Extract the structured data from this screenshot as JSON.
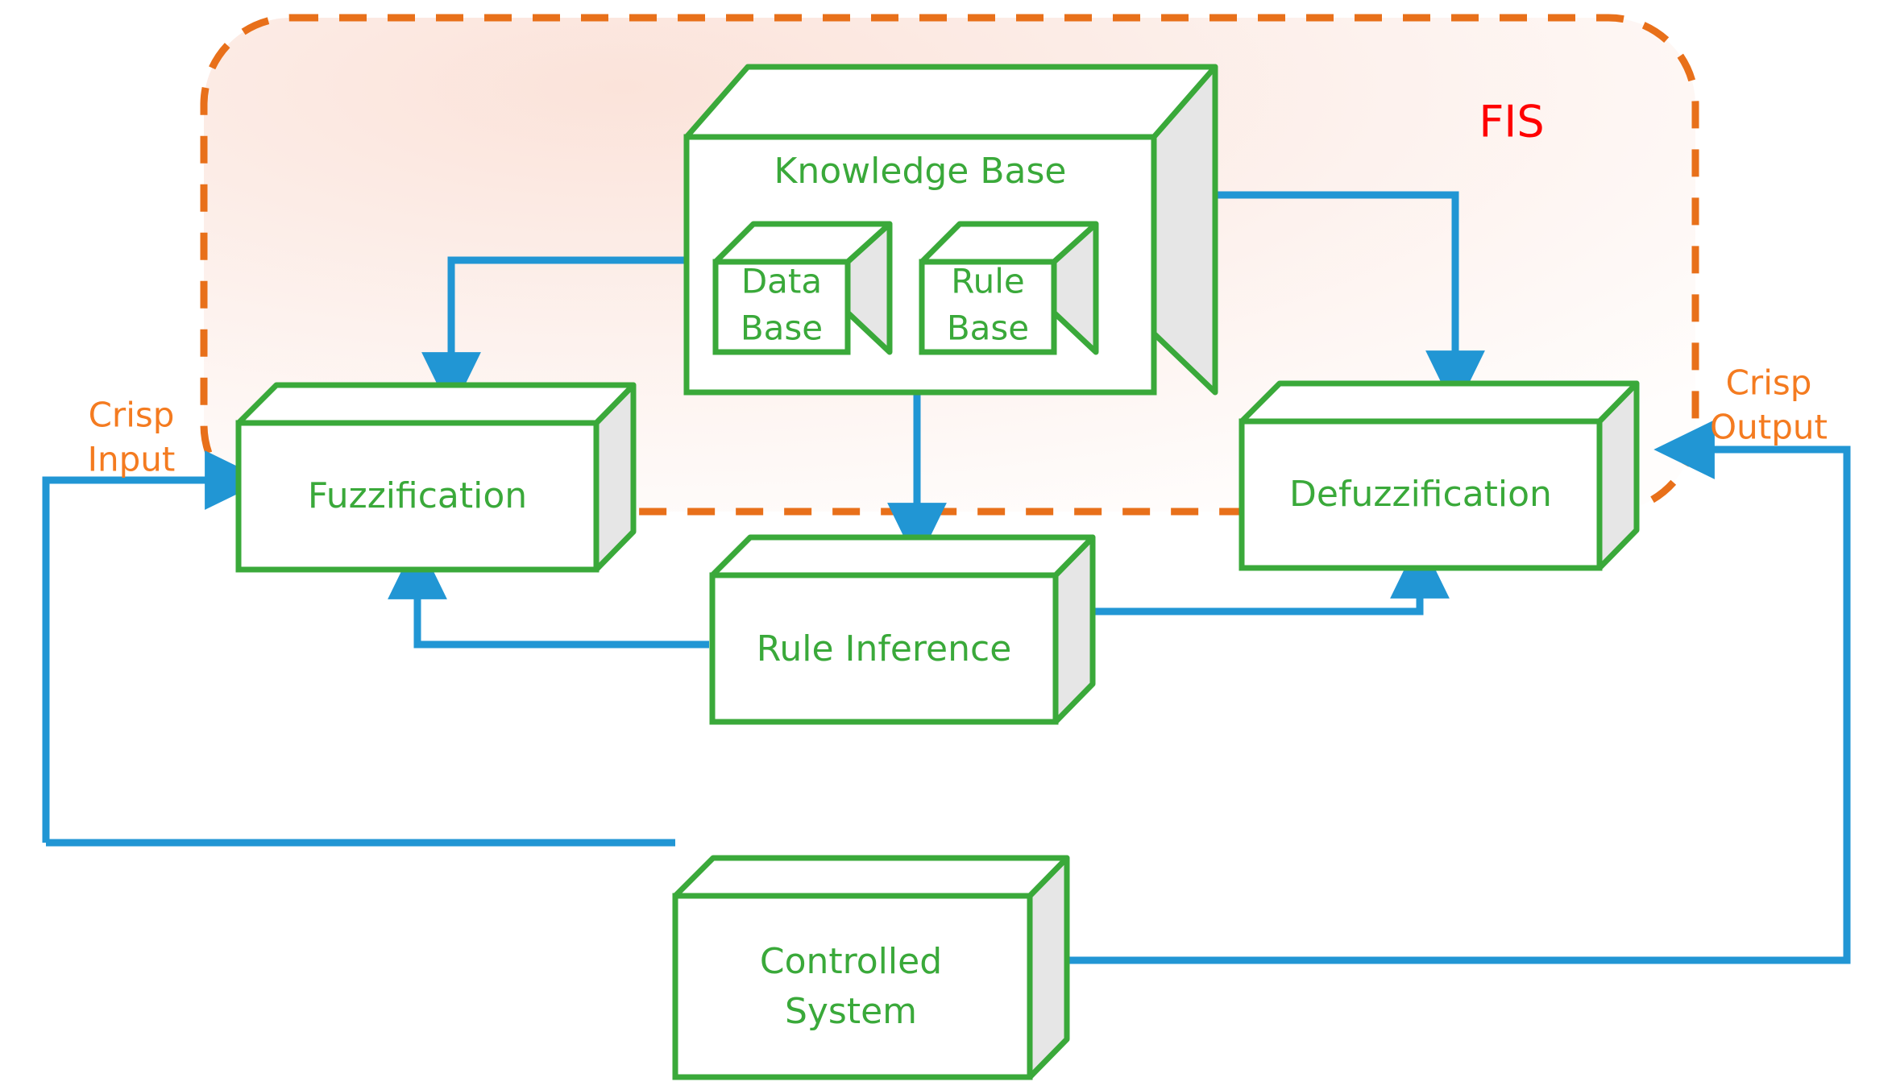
{
  "diagram": {
    "title": "Fuzzy Inference System block diagram",
    "boundary": {
      "label": "FIS",
      "label_color": "#FF0000",
      "stroke_color": "#E8701A",
      "style": "dashed-rounded-rectangle",
      "fill": "#FDF0EC"
    },
    "colors": {
      "box_stroke": "#3AA93A",
      "box_face": "#FFFFFF",
      "box_side": "#E6E6E6",
      "wire": "#2196D4",
      "accent_orange": "#F47B20",
      "accent_red": "#FF0000"
    },
    "boxes": [
      {
        "id": "knowledge-base",
        "label": "Knowledge Base",
        "lines": [
          "Knowledge Base"
        ]
      },
      {
        "id": "data-base",
        "label": "Data Base",
        "lines": [
          "Data",
          "Base"
        ]
      },
      {
        "id": "rule-base",
        "label": "Rule Base",
        "lines": [
          "Rule",
          "Base"
        ]
      },
      {
        "id": "fuzzification",
        "label": "Fuzzification",
        "lines": [
          "Fuzzification"
        ]
      },
      {
        "id": "defuzzification",
        "label": "Defuzzification",
        "lines": [
          "Defuzzification"
        ]
      },
      {
        "id": "rule-inference",
        "label": "Rule Inference",
        "lines": [
          "Rule Inference"
        ]
      },
      {
        "id": "controlled-system",
        "label": "Controlled System",
        "lines": [
          "Controlled",
          "System"
        ]
      }
    ],
    "io_labels": [
      {
        "id": "crisp-input",
        "lines": [
          "Crisp",
          "Input"
        ],
        "color": "#F47B20"
      },
      {
        "id": "crisp-output",
        "lines": [
          "Crisp",
          "Output"
        ],
        "color": "#F47B20"
      }
    ],
    "connections": [
      {
        "from": "crisp-input",
        "to": "fuzzification",
        "arrow": true
      },
      {
        "from": "knowledge-base",
        "to": "fuzzification",
        "arrow": true
      },
      {
        "from": "knowledge-base",
        "to": "rule-inference",
        "arrow": true
      },
      {
        "from": "knowledge-base",
        "to": "defuzzification",
        "arrow": true
      },
      {
        "from": "rule-inference",
        "to": "fuzzification",
        "arrow": true
      },
      {
        "from": "rule-inference",
        "to": "defuzzification",
        "arrow": true
      },
      {
        "from": "defuzzification",
        "to": "crisp-output",
        "arrow": true
      },
      {
        "from": "crisp-output",
        "to": "controlled-system",
        "arrow": false
      },
      {
        "from": "controlled-system",
        "to": "crisp-input",
        "arrow": false
      }
    ]
  }
}
